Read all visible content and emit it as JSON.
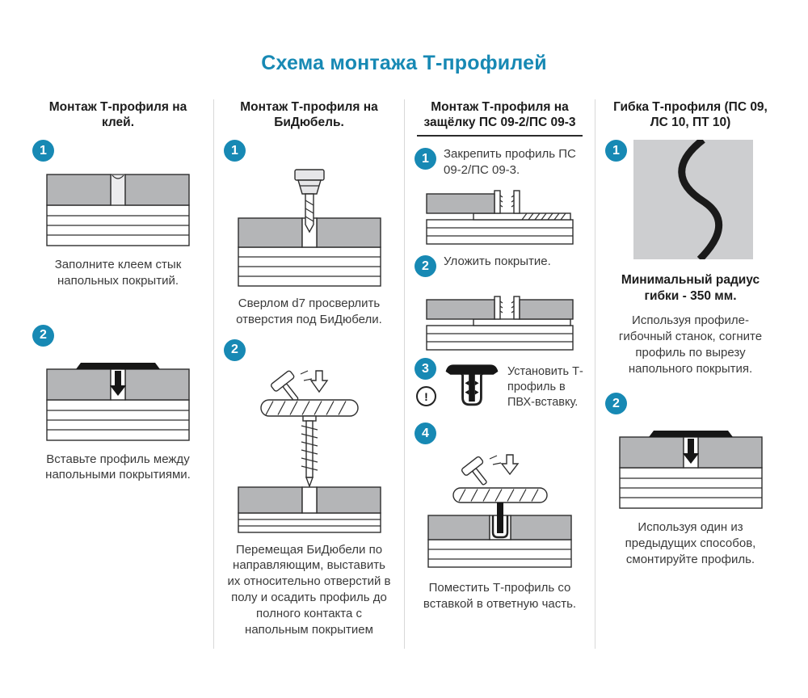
{
  "title": "Схема монтажа Т-профилей",
  "icons": {
    "exclamation": "!"
  },
  "colors": {
    "accent": "#1789b4",
    "covering_gray": "#b4b5b7",
    "bend_square_gray": "#cdced0",
    "text": "#3a3a3a"
  },
  "columns": [
    {
      "header": "Монтаж Т-профиля на клей.",
      "steps": [
        {
          "num": "1",
          "caption": "Заполните клеем стык напольных покрытий."
        },
        {
          "num": "2",
          "caption": "Вставьте профиль между напольными покрытиями."
        }
      ]
    },
    {
      "header": "Монтаж Т-профиля на БиДюбель.",
      "steps": [
        {
          "num": "1",
          "caption": "Сверлом d7 просверлить отверстия под БиДюбели."
        },
        {
          "num": "2",
          "caption": "Перемещая БиДюбели по направляющим, выставить их относительно отверстий в полу и осадить профиль до полного контакта с напольным покрытием"
        }
      ]
    },
    {
      "header": "Монтаж Т-профиля на защёлку ПС 09-2/ПС 09-3",
      "steps": [
        {
          "num": "1",
          "caption": "Закрепить профиль ПС 09-2/ПС 09-3."
        },
        {
          "num": "2",
          "caption": "Уложить покрытие."
        },
        {
          "num": "3",
          "caption": "Установить Т-профиль в ПВХ-вставку."
        },
        {
          "num": "4",
          "caption": "Поместить Т-профиль со вставкой в ответную часть."
        }
      ]
    },
    {
      "header": "Гибка Т-профиля (ПС 09, ЛС 10, ПТ 10)",
      "note": "Минимальный радиус гибки - 350 мм.",
      "steps": [
        {
          "num": "1",
          "caption": "Используя профиле-гибочный станок, согните профиль по вырезу напольного покрытия."
        },
        {
          "num": "2",
          "caption": "Используя один из предыдущих способов, смонтируйте профиль."
        }
      ]
    }
  ]
}
